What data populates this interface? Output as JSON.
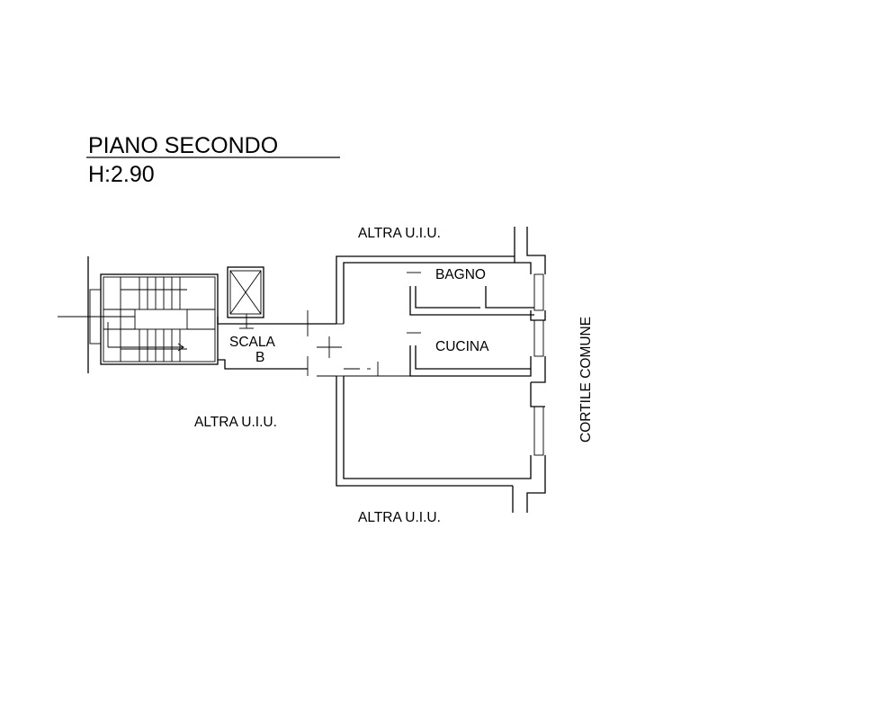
{
  "drawing": {
    "title": "PIANO SECONDO",
    "height_label": "H:2.90"
  },
  "labels": {
    "altra_top": "ALTRA U.I.U.",
    "altra_left": "ALTRA U.I.U.",
    "altra_bottom": "ALTRA U.I.U.",
    "bagno": "BAGNO",
    "cucina": "CUCINA",
    "scala_line1": "SCALA",
    "scala_line2": "B",
    "cortile": "CORTILE COMUNE"
  }
}
